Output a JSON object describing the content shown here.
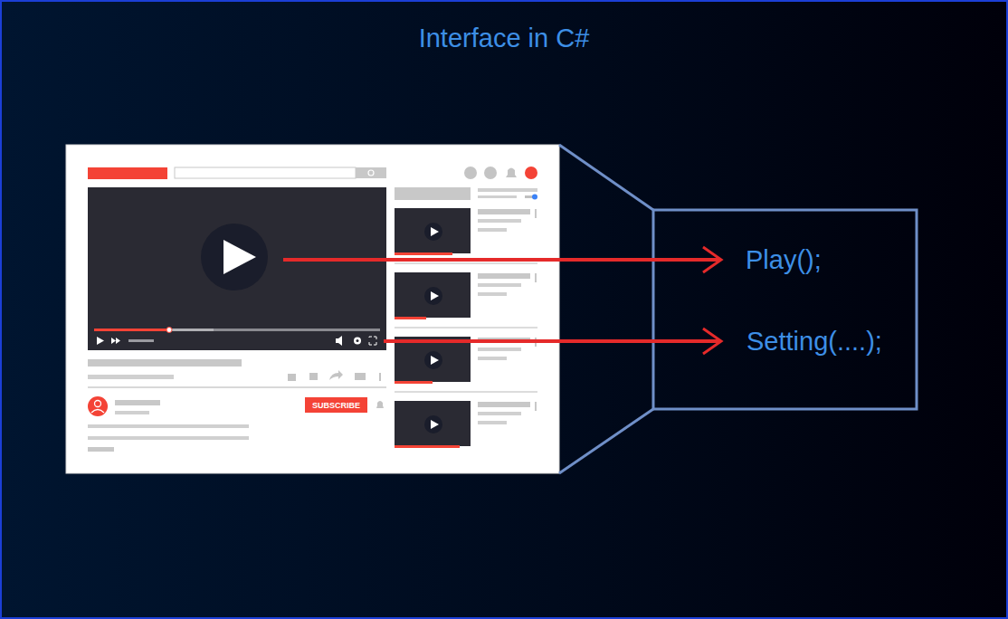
{
  "diagram": {
    "title": "Interface in C#",
    "nodes": [
      {
        "text": [
          "Play();",
          "Setting(....);"
        ]
      }
    ],
    "labels": [
      "SUBSCRIBE"
    ]
  }
}
